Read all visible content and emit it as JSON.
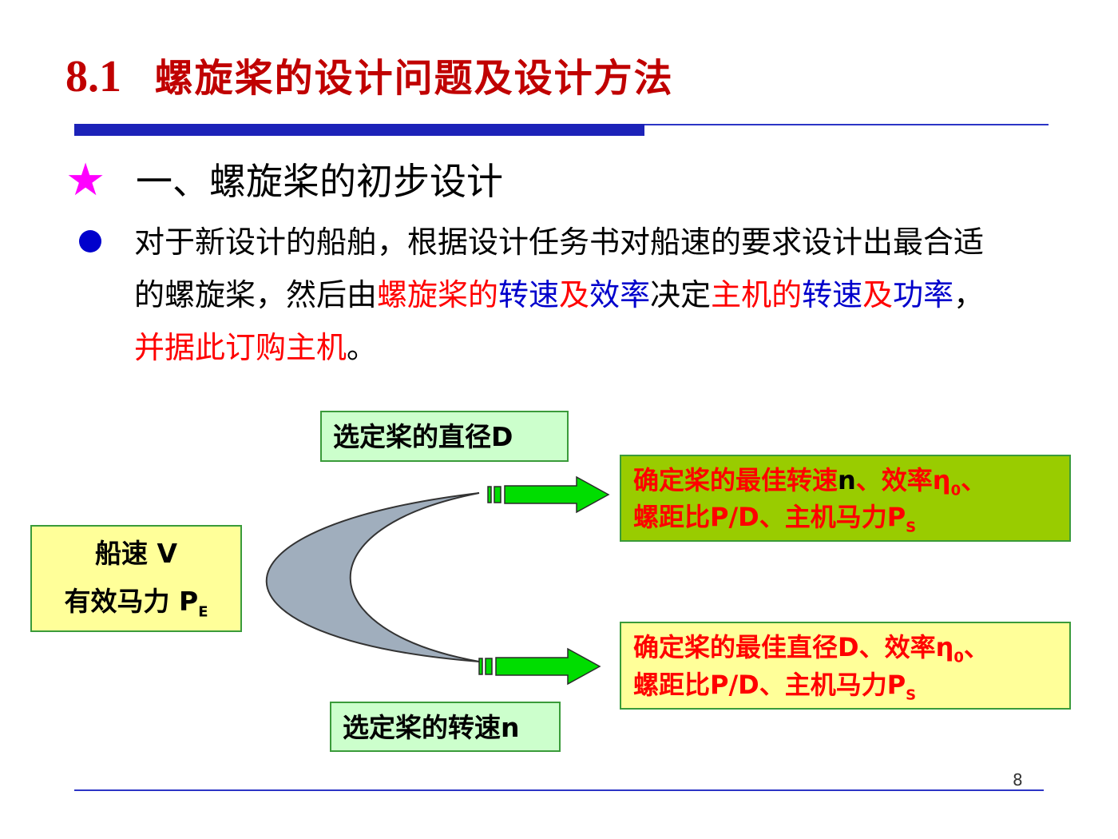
{
  "title": {
    "number": "8.1",
    "text": "螺旋桨的设计问题及设计方法"
  },
  "section": {
    "heading": "一、螺旋桨的初步设计"
  },
  "paragraph": {
    "p1": "对于新设计的船舶，根据设计任务书对船速的要求设计出最合适的螺旋桨，然后由",
    "p2": "螺旋桨的",
    "p3": "转速",
    "p4": "及",
    "p5": "效率",
    "p6": "决定",
    "p7": "主机的",
    "p8": "转速",
    "p9": "及",
    "p10": "功率",
    "p11": "，",
    "p12": "并据此订购主机",
    "p13": "。"
  },
  "diagram": {
    "input_box": {
      "line1": "船速 V",
      "line2a": "有效马力 P",
      "line2sub": "E"
    },
    "option_top": "选定桨的直径D",
    "option_bottom": "选定桨的转速n",
    "result_top": {
      "a": "确定桨的最佳转速",
      "b": "n",
      "c": "、效率η",
      "c_sub": "0",
      "d": "、",
      "e": "螺距比P/D、主机马力P",
      "e_sub": "S"
    },
    "result_bottom": {
      "a": "确定桨的最佳直径D、效率η",
      "a_sub": "0",
      "b": "、",
      "c": "螺距比P/D、主机马力P",
      "c_sub": "S"
    }
  },
  "page_number": "8",
  "colors": {
    "title_red": "#c00000",
    "accent_blue": "#1c22b8",
    "star_magenta": "#ff00ff",
    "arrow_green": "#00dd00",
    "crescent_gray": "#a0aebd"
  }
}
